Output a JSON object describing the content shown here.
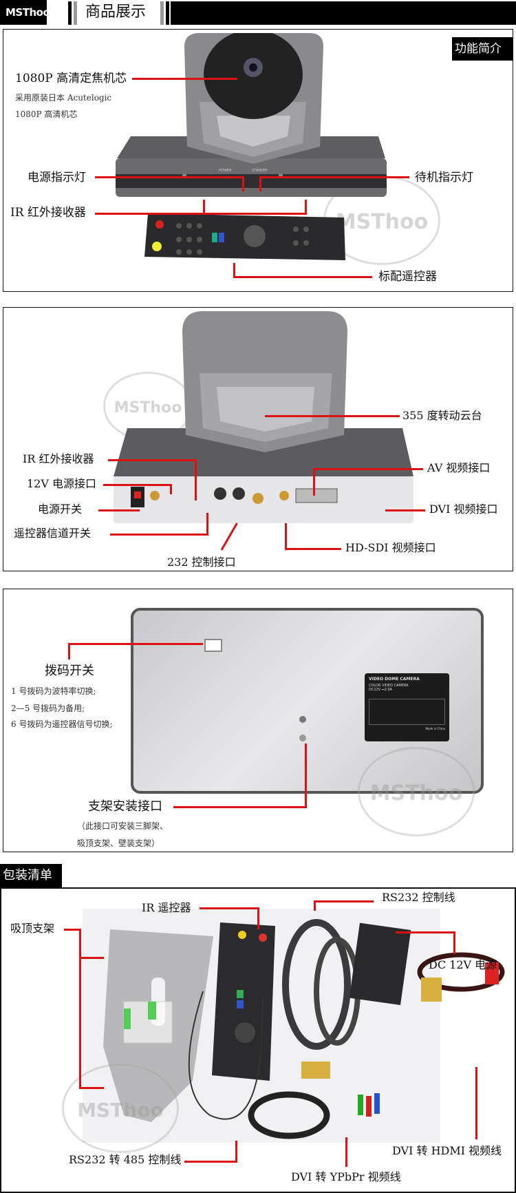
{
  "header": {
    "brand": "MSThoo",
    "title": "商品展示"
  },
  "panel1": {
    "tag": "功能简介",
    "sensor_label": "1080P  高清定焦机芯",
    "sensor_desc": [
      "采用原装日本 Acutelogic",
      "1080P 高清机芯"
    ],
    "power_led": "电源指示灯",
    "standby_led": "待机指示灯",
    "ir_receiver": "IR 红外接收器",
    "remote": "标配遥控器",
    "power_text": "POWER",
    "standby_text": "STANDBY"
  },
  "panel2": {
    "pan_tilt": "355 度转动云台",
    "ir_receiver": "IR 红外接收器",
    "dc_port": "12V 电源接口",
    "power_switch": "电源开关",
    "channel_switch": "遥控器信道开关",
    "rs232_port": "232 控制接口",
    "av_port": "AV 视频接口",
    "dvi_port": "DVI 视频接口",
    "sdi_port": "HD-SDI 视频接口"
  },
  "panel3": {
    "dip_switch": "拨码开关",
    "dip_desc": [
      "1 号拨码为波特率切换;",
      "2—5 号拨码为备用;",
      "6 号拨码为遥控器信号切换;"
    ],
    "mount": "支架安装接口",
    "mount_desc": [
      "（此接口可安装三脚架、",
      "吸顶支架、壁装支架）"
    ],
    "plate_title": "VIDEO DOME CAMERA",
    "plate_sub": "COLOR VIDEO CAMERA",
    "plate_power": "DC12V ⎓2.0A",
    "plate_made": "Made in China"
  },
  "panel4": {
    "tag": "包装清单",
    "ceiling_mount": "吸顶支架",
    "ir_remote": "IR 遥控器",
    "rs232_cable": "RS232 控制线",
    "power_adapter": "DC 12V 电源",
    "dvi_hdmi": "DVI 转 HDMI 视频线",
    "dvi_ypbpr": "DVI 转 YPbPr 视频线",
    "rs232_485": "RS232 转 485 控制线"
  },
  "watermark": "MSThoo"
}
